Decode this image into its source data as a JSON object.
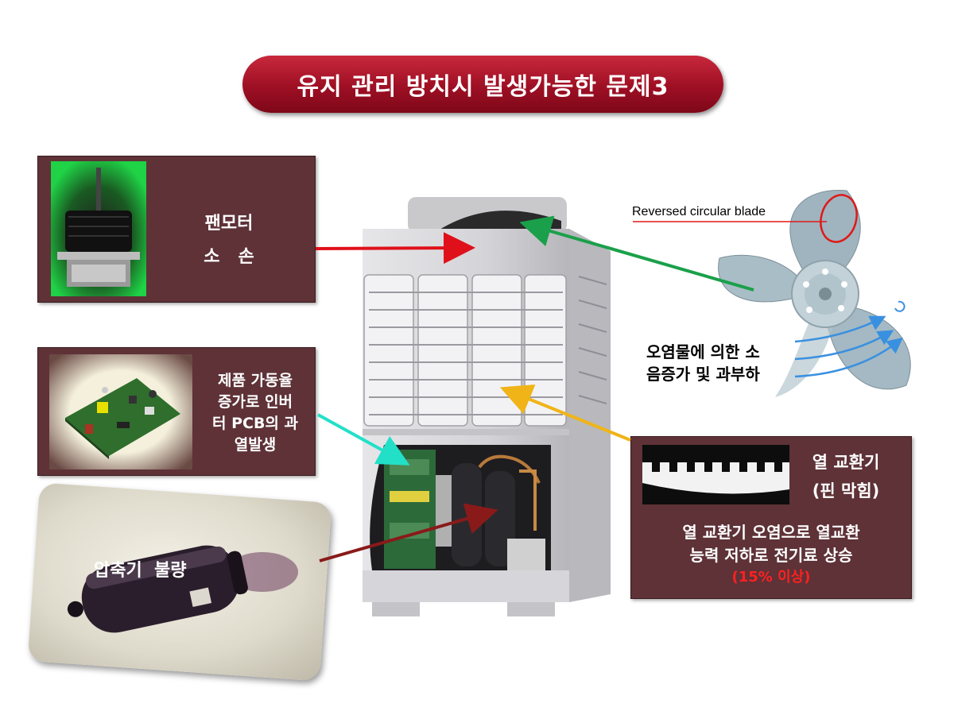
{
  "title": "유지 관리 방치시 발생가능한 문제3",
  "fan_motor": {
    "line1": "팬모터",
    "line2": "소   손"
  },
  "pcb": {
    "lines": [
      "제품 가동율",
      "증가로 인버",
      "터 PCB의 과",
      "열발생"
    ]
  },
  "compressor": {
    "label": "압축기  불량"
  },
  "heat_exchanger": {
    "title": "열 교환기",
    "subtitle": "(핀 막힘)",
    "desc1": "열 교환기 오염으로 열교환",
    "desc2": "능력 저하로 전기료 상승",
    "highlight": "(15% 이상)"
  },
  "fan_blade": {
    "callout": "Reversed circular blade",
    "note1": "오염물에 의한 소",
    "note2": "음증가 및 과부하"
  },
  "colors": {
    "title_red": "#a3132a",
    "box_brown": "#5e3237",
    "arrow_red": "#e0101a",
    "arrow_green": "#1aa04a",
    "arrow_cyan": "#22e0c8",
    "arrow_orange": "#f0b418",
    "arrow_darkred": "#8a1a1a",
    "highlight_red": "#ff2020"
  }
}
